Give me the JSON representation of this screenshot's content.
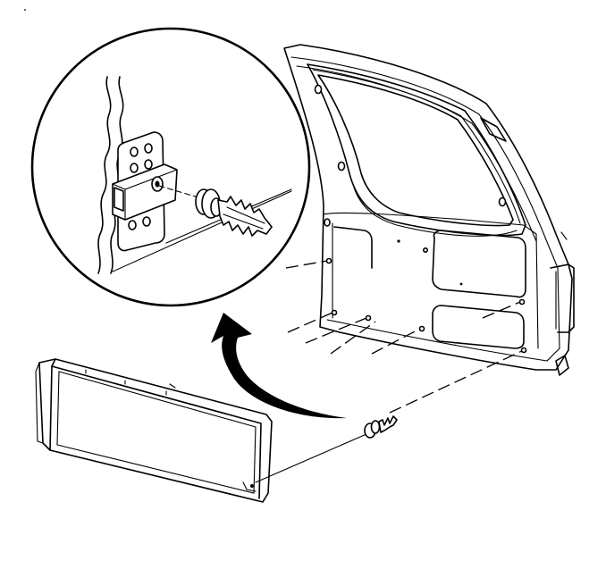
{
  "figure": {
    "kind": "line-art service diagram",
    "labels": [],
    "colors": {
      "line": "#000000",
      "background": "#ffffff"
    },
    "parts": [
      "liftgate-door",
      "liftgate-window-opening",
      "trim-panel",
      "push-pin-retainer",
      "detail-inset-retainer-and-bracket",
      "curved-direction-arrow"
    ]
  }
}
